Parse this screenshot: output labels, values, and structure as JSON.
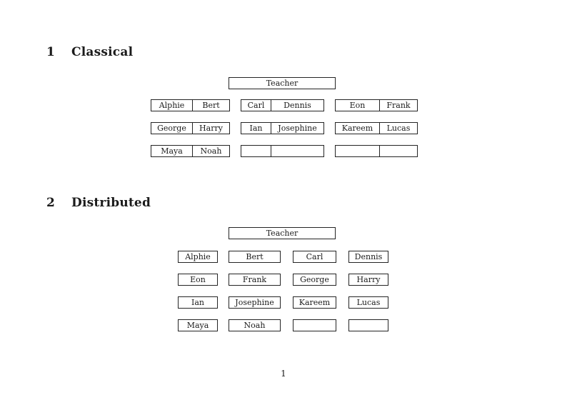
{
  "colors": {
    "background": "#ffffff",
    "text": "#1b1b1b",
    "box_border": "#242424"
  },
  "page": {
    "number": "1"
  },
  "sections": [
    {
      "number": "1",
      "title": "Classical",
      "teacher_label": "Teacher",
      "groups": [
        {
          "rows": [
            [
              "Alphie",
              "Bert"
            ],
            [
              "George",
              "Harry"
            ],
            [
              "Maya",
              "Noah"
            ]
          ]
        },
        {
          "rows": [
            [
              "Carl",
              "Dennis"
            ],
            [
              "Ian",
              "Josephine"
            ],
            [
              "",
              ""
            ]
          ]
        },
        {
          "rows": [
            [
              "Eon",
              "Frank"
            ],
            [
              "Kareem",
              "Lucas"
            ],
            [
              "",
              ""
            ]
          ]
        }
      ]
    },
    {
      "number": "2",
      "title": "Distributed",
      "teacher_label": "Teacher",
      "rows": [
        [
          "Alphie",
          "Bert",
          "Carl",
          "Dennis"
        ],
        [
          "Eon",
          "Frank",
          "George",
          "Harry"
        ],
        [
          "Ian",
          "Josephine",
          "Kareem",
          "Lucas"
        ],
        [
          "Maya",
          "Noah",
          "",
          ""
        ]
      ]
    }
  ]
}
